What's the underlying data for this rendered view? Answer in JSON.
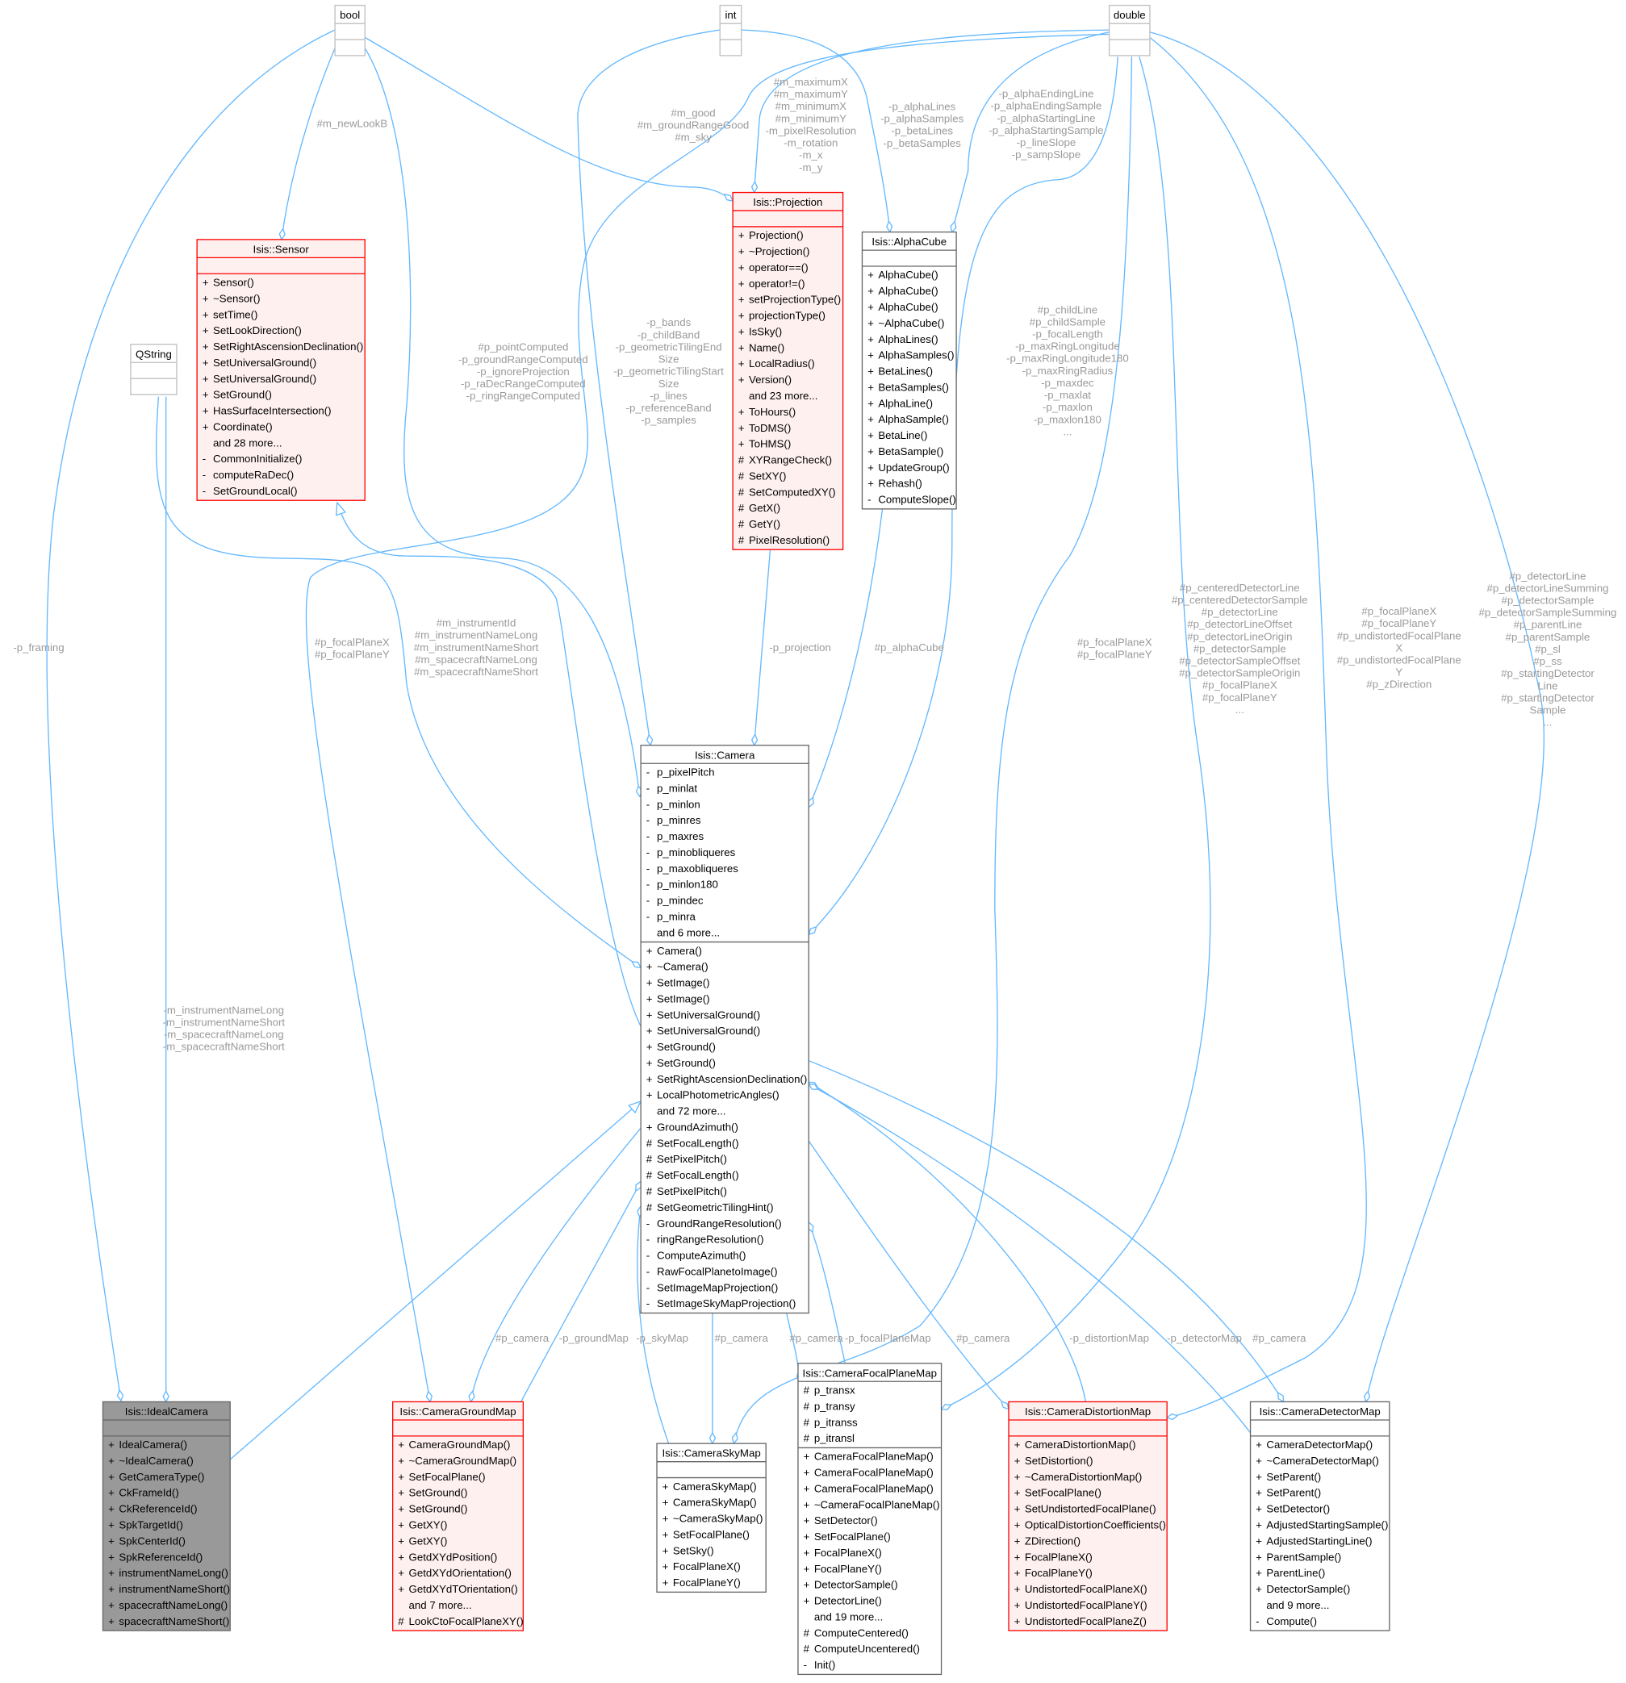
{
  "colors": {
    "edge": "#63b8ff",
    "label": "#9a9a9a",
    "highlight_fill": "#fff0f0",
    "highlight_stroke": "#ff0000",
    "focus_fill": "#999999",
    "focus_stroke": "#666666",
    "plain_stroke": "#666666",
    "type_stroke": "#bfbfbf"
  },
  "classes": {
    "bool": {
      "name": "bool",
      "style": "type",
      "attributes": [],
      "methods": []
    },
    "int": {
      "name": "int",
      "style": "type",
      "attributes": [],
      "methods": []
    },
    "double": {
      "name": "double",
      "style": "type",
      "attributes": [],
      "methods": []
    },
    "qstring": {
      "name": "QString",
      "style": "type",
      "attributes": [],
      "methods": []
    },
    "sensor": {
      "name": "Isis::Sensor",
      "style": "red",
      "attributes": [],
      "methods": [
        {
          "vis": "+",
          "name": "Sensor()"
        },
        {
          "vis": "+",
          "name": "~Sensor()"
        },
        {
          "vis": "+",
          "name": "setTime()"
        },
        {
          "vis": "+",
          "name": "SetLookDirection()"
        },
        {
          "vis": "+",
          "name": "SetRightAscensionDeclination()"
        },
        {
          "vis": "+",
          "name": "SetUniversalGround()"
        },
        {
          "vis": "+",
          "name": "SetUniversalGround()"
        },
        {
          "vis": "+",
          "name": "SetGround()"
        },
        {
          "vis": "+",
          "name": "HasSurfaceIntersection()"
        },
        {
          "vis": "+",
          "name": "Coordinate()"
        },
        {
          "vis": "",
          "name": "and 28 more..."
        },
        {
          "vis": "-",
          "name": "CommonInitialize()"
        },
        {
          "vis": "-",
          "name": "computeRaDec()"
        },
        {
          "vis": "-",
          "name": "SetGroundLocal()"
        }
      ]
    },
    "projection": {
      "name": "Isis::Projection",
      "style": "red",
      "attributes": [],
      "methods": [
        {
          "vis": "+",
          "name": "Projection()"
        },
        {
          "vis": "+",
          "name": "~Projection()"
        },
        {
          "vis": "+",
          "name": "operator==()"
        },
        {
          "vis": "+",
          "name": "operator!=()"
        },
        {
          "vis": "+",
          "name": "setProjectionType()"
        },
        {
          "vis": "+",
          "name": "projectionType()"
        },
        {
          "vis": "+",
          "name": "IsSky()"
        },
        {
          "vis": "+",
          "name": "Name()"
        },
        {
          "vis": "+",
          "name": "LocalRadius()"
        },
        {
          "vis": "+",
          "name": "Version()"
        },
        {
          "vis": "",
          "name": "and 23 more..."
        },
        {
          "vis": "+",
          "name": "ToHours()"
        },
        {
          "vis": "+",
          "name": "ToDMS()"
        },
        {
          "vis": "+",
          "name": "ToHMS()"
        },
        {
          "vis": "#",
          "name": "XYRangeCheck()"
        },
        {
          "vis": "#",
          "name": "SetXY()"
        },
        {
          "vis": "#",
          "name": "SetComputedXY()"
        },
        {
          "vis": "#",
          "name": "GetX()"
        },
        {
          "vis": "#",
          "name": "GetY()"
        },
        {
          "vis": "#",
          "name": "PixelResolution()"
        }
      ]
    },
    "alphacube": {
      "name": "Isis::AlphaCube",
      "style": "plain",
      "attributes": [],
      "methods": [
        {
          "vis": "+",
          "name": "AlphaCube()"
        },
        {
          "vis": "+",
          "name": "AlphaCube()"
        },
        {
          "vis": "+",
          "name": "AlphaCube()"
        },
        {
          "vis": "+",
          "name": "~AlphaCube()"
        },
        {
          "vis": "+",
          "name": "AlphaLines()"
        },
        {
          "vis": "+",
          "name": "AlphaSamples()"
        },
        {
          "vis": "+",
          "name": "BetaLines()"
        },
        {
          "vis": "+",
          "name": "BetaSamples()"
        },
        {
          "vis": "+",
          "name": "AlphaLine()"
        },
        {
          "vis": "+",
          "name": "AlphaSample()"
        },
        {
          "vis": "+",
          "name": "BetaLine()"
        },
        {
          "vis": "+",
          "name": "BetaSample()"
        },
        {
          "vis": "+",
          "name": "UpdateGroup()"
        },
        {
          "vis": "+",
          "name": "Rehash()"
        },
        {
          "vis": "-",
          "name": "ComputeSlope()"
        }
      ]
    },
    "camera": {
      "name": "Isis::Camera",
      "style": "plain",
      "attributes": [
        {
          "vis": "-",
          "name": "p_pixelPitch"
        },
        {
          "vis": "-",
          "name": "p_minlat"
        },
        {
          "vis": "-",
          "name": "p_minlon"
        },
        {
          "vis": "-",
          "name": "p_minres"
        },
        {
          "vis": "-",
          "name": "p_maxres"
        },
        {
          "vis": "-",
          "name": "p_minobliqueres"
        },
        {
          "vis": "-",
          "name": "p_maxobliqueres"
        },
        {
          "vis": "-",
          "name": "p_minlon180"
        },
        {
          "vis": "-",
          "name": "p_mindec"
        },
        {
          "vis": "-",
          "name": "p_minra"
        },
        {
          "vis": "",
          "name": "and 6 more..."
        }
      ],
      "methods": [
        {
          "vis": "+",
          "name": "Camera()"
        },
        {
          "vis": "+",
          "name": "~Camera()"
        },
        {
          "vis": "+",
          "name": "SetImage()"
        },
        {
          "vis": "+",
          "name": "SetImage()"
        },
        {
          "vis": "+",
          "name": "SetUniversalGround()"
        },
        {
          "vis": "+",
          "name": "SetUniversalGround()"
        },
        {
          "vis": "+",
          "name": "SetGround()"
        },
        {
          "vis": "+",
          "name": "SetGround()"
        },
        {
          "vis": "+",
          "name": "SetRightAscensionDeclination()"
        },
        {
          "vis": "+",
          "name": "LocalPhotometricAngles()"
        },
        {
          "vis": "",
          "name": "and 72 more..."
        },
        {
          "vis": "+",
          "name": "GroundAzimuth()"
        },
        {
          "vis": "#",
          "name": "SetFocalLength()"
        },
        {
          "vis": "#",
          "name": "SetPixelPitch()"
        },
        {
          "vis": "#",
          "name": "SetFocalLength()"
        },
        {
          "vis": "#",
          "name": "SetPixelPitch()"
        },
        {
          "vis": "#",
          "name": "SetGeometricTilingHint()"
        },
        {
          "vis": "-",
          "name": "GroundRangeResolution()"
        },
        {
          "vis": "-",
          "name": "ringRangeResolution()"
        },
        {
          "vis": "-",
          "name": "ComputeAzimuth()"
        },
        {
          "vis": "-",
          "name": "RawFocalPlanetoImage()"
        },
        {
          "vis": "-",
          "name": "SetImageMapProjection()"
        },
        {
          "vis": "-",
          "name": "SetImageSkyMapProjection()"
        }
      ]
    },
    "idealcamera": {
      "name": "Isis::IdealCamera",
      "style": "focus",
      "attributes": [],
      "methods": [
        {
          "vis": "+",
          "name": "IdealCamera()"
        },
        {
          "vis": "+",
          "name": "~IdealCamera()"
        },
        {
          "vis": "+",
          "name": "GetCameraType()"
        },
        {
          "vis": "+",
          "name": "CkFrameId()"
        },
        {
          "vis": "+",
          "name": "CkReferenceId()"
        },
        {
          "vis": "+",
          "name": "SpkTargetId()"
        },
        {
          "vis": "+",
          "name": "SpkCenterId()"
        },
        {
          "vis": "+",
          "name": "SpkReferenceId()"
        },
        {
          "vis": "+",
          "name": "instrumentNameLong()"
        },
        {
          "vis": "+",
          "name": "instrumentNameShort()"
        },
        {
          "vis": "+",
          "name": "spacecraftNameLong()"
        },
        {
          "vis": "+",
          "name": "spacecraftNameShort()"
        }
      ]
    },
    "groundmap": {
      "name": "Isis::CameraGroundMap",
      "style": "red",
      "attributes": [],
      "methods": [
        {
          "vis": "+",
          "name": "CameraGroundMap()"
        },
        {
          "vis": "+",
          "name": "~CameraGroundMap()"
        },
        {
          "vis": "+",
          "name": "SetFocalPlane()"
        },
        {
          "vis": "+",
          "name": "SetGround()"
        },
        {
          "vis": "+",
          "name": "SetGround()"
        },
        {
          "vis": "+",
          "name": "GetXY()"
        },
        {
          "vis": "+",
          "name": "GetXY()"
        },
        {
          "vis": "+",
          "name": "GetdXYdPosition()"
        },
        {
          "vis": "+",
          "name": "GetdXYdOrientation()"
        },
        {
          "vis": "+",
          "name": "GetdXYdTOrientation()"
        },
        {
          "vis": "",
          "name": "and 7 more..."
        },
        {
          "vis": "#",
          "name": "LookCtoFocalPlaneXY()"
        }
      ]
    },
    "skymap": {
      "name": "Isis::CameraSkyMap",
      "style": "plain",
      "attributes": [],
      "methods": [
        {
          "vis": "+",
          "name": "CameraSkyMap()"
        },
        {
          "vis": "+",
          "name": "CameraSkyMap()"
        },
        {
          "vis": "+",
          "name": "~CameraSkyMap()"
        },
        {
          "vis": "+",
          "name": "SetFocalPlane()"
        },
        {
          "vis": "+",
          "name": "SetSky()"
        },
        {
          "vis": "+",
          "name": "FocalPlaneX()"
        },
        {
          "vis": "+",
          "name": "FocalPlaneY()"
        }
      ]
    },
    "focalplanemap": {
      "name": "Isis::CameraFocalPlaneMap",
      "style": "plain",
      "attributes": [
        {
          "vis": "#",
          "name": "p_transx"
        },
        {
          "vis": "#",
          "name": "p_transy"
        },
        {
          "vis": "#",
          "name": "p_itranss"
        },
        {
          "vis": "#",
          "name": "p_itransl"
        }
      ],
      "methods": [
        {
          "vis": "+",
          "name": "CameraFocalPlaneMap()"
        },
        {
          "vis": "+",
          "name": "CameraFocalPlaneMap()"
        },
        {
          "vis": "+",
          "name": "CameraFocalPlaneMap()"
        },
        {
          "vis": "+",
          "name": "~CameraFocalPlaneMap()"
        },
        {
          "vis": "+",
          "name": "SetDetector()"
        },
        {
          "vis": "+",
          "name": "SetFocalPlane()"
        },
        {
          "vis": "+",
          "name": "FocalPlaneX()"
        },
        {
          "vis": "+",
          "name": "FocalPlaneY()"
        },
        {
          "vis": "+",
          "name": "DetectorSample()"
        },
        {
          "vis": "+",
          "name": "DetectorLine()"
        },
        {
          "vis": "",
          "name": "and 19 more..."
        },
        {
          "vis": "#",
          "name": "ComputeCentered()"
        },
        {
          "vis": "#",
          "name": "ComputeUncentered()"
        },
        {
          "vis": "-",
          "name": "Init()"
        }
      ]
    },
    "distortionmap": {
      "name": "Isis::CameraDistortionMap",
      "style": "red",
      "attributes": [],
      "methods": [
        {
          "vis": "+",
          "name": "CameraDistortionMap()"
        },
        {
          "vis": "+",
          "name": "SetDistortion()"
        },
        {
          "vis": "+",
          "name": "~CameraDistortionMap()"
        },
        {
          "vis": "+",
          "name": "SetFocalPlane()"
        },
        {
          "vis": "+",
          "name": "SetUndistortedFocalPlane()"
        },
        {
          "vis": "+",
          "name": "OpticalDistortionCoefficients()"
        },
        {
          "vis": "+",
          "name": "ZDirection()"
        },
        {
          "vis": "+",
          "name": "FocalPlaneX()"
        },
        {
          "vis": "+",
          "name": "FocalPlaneY()"
        },
        {
          "vis": "+",
          "name": "UndistortedFocalPlaneX()"
        },
        {
          "vis": "+",
          "name": "UndistortedFocalPlaneY()"
        },
        {
          "vis": "+",
          "name": "UndistortedFocalPlaneZ()"
        }
      ]
    },
    "detectormap": {
      "name": "Isis::CameraDetectorMap",
      "style": "plain",
      "attributes": [],
      "methods": [
        {
          "vis": "+",
          "name": "CameraDetectorMap()"
        },
        {
          "vis": "+",
          "name": "~CameraDetectorMap()"
        },
        {
          "vis": "+",
          "name": "SetParent()"
        },
        {
          "vis": "+",
          "name": "SetParent()"
        },
        {
          "vis": "+",
          "name": "SetDetector()"
        },
        {
          "vis": "+",
          "name": "AdjustedStartingSample()"
        },
        {
          "vis": "+",
          "name": "AdjustedStartingLine()"
        },
        {
          "vis": "+",
          "name": "ParentSample()"
        },
        {
          "vis": "+",
          "name": "ParentLine()"
        },
        {
          "vis": "+",
          "name": "DetectorSample()"
        },
        {
          "vis": "",
          "name": "and 9 more..."
        },
        {
          "vis": "-",
          "name": "Compute()"
        }
      ]
    }
  },
  "edge_labels": {
    "m_newLookB": [
      "#m_newLookB"
    ],
    "m_good": [
      "#m_good",
      "#m_groundRangeGood",
      "#m_sky"
    ],
    "m_maximumX": [
      "#m_maximumX",
      "#m_maximumY",
      "#m_minimumX",
      "#m_minimumY",
      "-m_pixelResolution",
      "-m_rotation",
      "-m_x",
      "-m_y"
    ],
    "p_alphaLines": [
      "-p_alphaLines",
      "-p_alphaSamples",
      "-p_betaLines",
      "-p_betaSamples"
    ],
    "p_alphaEndingLine": [
      "-p_alphaEndingLine",
      "-p_alphaEndingSample",
      "-p_alphaStartingLine",
      "-p_alphaStartingSample",
      "-p_lineSlope",
      "-p_sampSlope"
    ],
    "p_pointComputed": [
      "#p_pointComputed",
      "-p_groundRangeComputed",
      "-p_ignoreProjection",
      "-p_raDecRangeComputed",
      "-p_ringRangeComputed"
    ],
    "p_bands": [
      "-p_bands",
      "-p_childBand",
      "-p_geometricTilingEnd",
      "Size",
      "-p_geometricTilingStart",
      "Size",
      "-p_lines",
      "-p_referenceBand",
      "-p_samples"
    ],
    "p_childLine": [
      "#p_childLine",
      "#p_childSample",
      "-p_focalLength",
      "-p_maxRingLongitude",
      "-p_maxRingLongitude180",
      "-p_maxRingRadius",
      "-p_maxdec",
      "-p_maxlat",
      "-p_maxlon",
      "-p_maxlon180",
      "..."
    ],
    "p_framing": [
      "-p_framing"
    ],
    "gm_focalPlane": [
      "#p_focalPlaneX",
      "#p_focalPlaneY"
    ],
    "m_instrumentId": [
      "#m_instrumentId",
      "#m_instrumentNameLong",
      "#m_instrumentNameShort",
      "#m_spacecraftNameLong",
      "#m_spacecraftNameShort"
    ],
    "p_projection": [
      "-p_projection"
    ],
    "p_alphaCube": [
      "#p_alphaCube"
    ],
    "sm_focalPlane": [
      "#p_focalPlaneX",
      "#p_focalPlaneY"
    ],
    "p_centeredDetectorLine": [
      "#p_centeredDetectorLine",
      "#p_centeredDetectorSample",
      "#p_detectorLine",
      "#p_detectorLineOffset",
      "#p_detectorLineOrigin",
      "#p_detectorSample",
      "#p_detectorSampleOffset",
      "#p_detectorSampleOrigin",
      "#p_focalPlaneX",
      "#p_focalPlaneY",
      "..."
    ],
    "dm_focalPlane": [
      "#p_focalPlaneX",
      "#p_focalPlaneY",
      "#p_undistortedFocalPlane",
      "X",
      "#p_undistortedFocalPlane",
      "Y",
      "#p_zDirection"
    ],
    "p_detectorLine": [
      "#p_detectorLine",
      "#p_detectorLineSumming",
      "#p_detectorSample",
      "#p_detectorSampleSumming",
      "#p_parentLine",
      "#p_parentSample",
      "#p_sl",
      "#p_ss",
      "#p_startingDetector",
      "Line",
      "#p_startingDetector",
      "Sample",
      "..."
    ],
    "m_instrumentNameLong": [
      "-m_instrumentNameLong",
      "-m_instrumentNameShort",
      "-m_spacecraftNameLong",
      "-m_spacecraftNameShort"
    ],
    "gm_camera": [
      "#p_camera"
    ],
    "p_groundMap": [
      "-p_groundMap"
    ],
    "p_skyMap": [
      "-p_skyMap"
    ],
    "sm_camera": [
      "#p_camera"
    ],
    "fpm_camera": [
      "#p_camera"
    ],
    "p_focalPlaneMap": [
      "-p_focalPlaneMap"
    ],
    "dist_camera": [
      "#p_camera"
    ],
    "p_distortionMap": [
      "-p_distortionMap"
    ],
    "p_detectorMap": [
      "-p_detectorMap"
    ],
    "det_camera": [
      "#p_camera"
    ]
  }
}
